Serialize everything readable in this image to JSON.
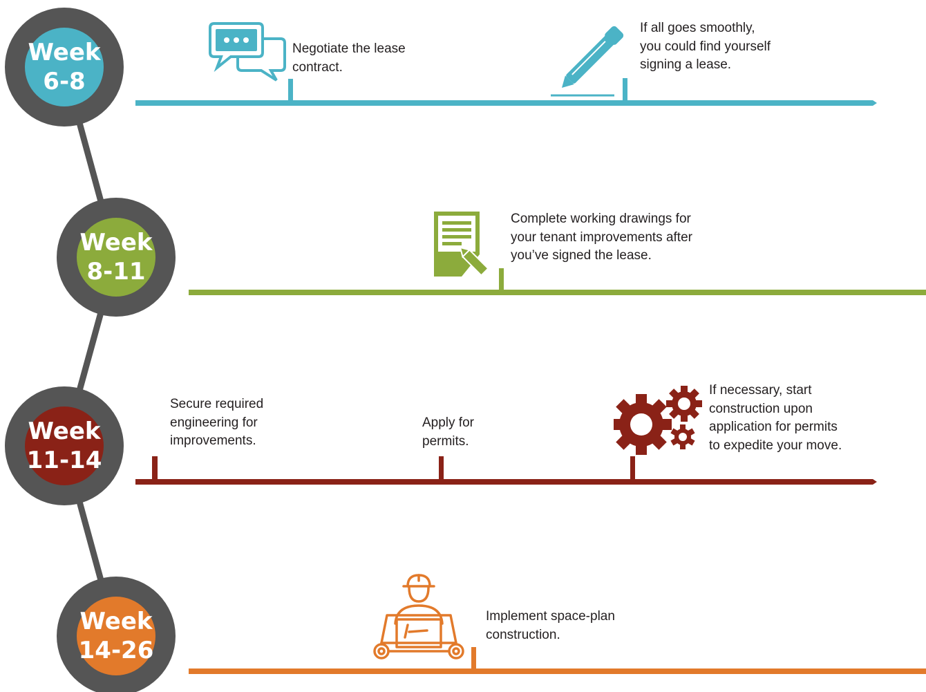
{
  "colors": {
    "connector": "#555555",
    "teal": "#4bb3c6",
    "green": "#8cab3c",
    "red": "#8a2217",
    "orange": "#e27a2b",
    "text": "#231f20"
  },
  "phases": [
    {
      "color": "#4bb3c6",
      "week_word": "Week",
      "range": "6-8",
      "events": [
        {
          "icon": "speech-bubbles-icon",
          "lines": [
            "Negotiate the lease",
            "contract."
          ]
        },
        {
          "icon": "pen-icon",
          "lines": [
            "If all goes smoothly,",
            "you could find yourself",
            "signing a lease."
          ]
        }
      ]
    },
    {
      "color": "#8cab3c",
      "week_word": "Week",
      "range": "8-11",
      "events": [
        {
          "icon": "document-pencil-icon",
          "lines": [
            "Complete working drawings for",
            "your tenant improvements after",
            "you’ve signed the lease."
          ]
        }
      ]
    },
    {
      "color": "#8a2217",
      "week_word": "Week",
      "range": "11-14",
      "events": [
        {
          "icon": "",
          "lines": [
            "Secure required",
            "engineering for",
            "improvements."
          ]
        },
        {
          "icon": "",
          "lines": [
            "Apply for",
            "permits."
          ]
        },
        {
          "icon": "gears-icon",
          "lines": [
            "If necessary, start",
            "construction upon",
            "application for permits",
            "to expedite your move."
          ]
        }
      ]
    },
    {
      "color": "#e27a2b",
      "week_word": "Week",
      "range": "14-26",
      "events": [
        {
          "icon": "worker-blueprint-icon",
          "lines": [
            "Implement space-plan",
            "construction."
          ]
        }
      ]
    }
  ]
}
